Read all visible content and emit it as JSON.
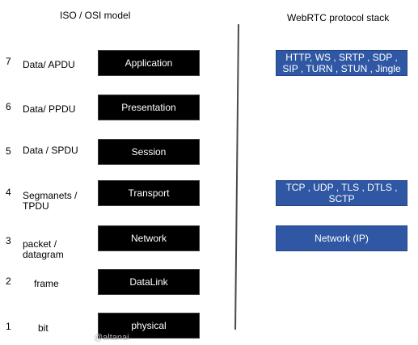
{
  "headings": {
    "osi": "ISO / OSI model",
    "webrtc": "WebRTC protocol stack"
  },
  "layers": [
    {
      "number": "7",
      "pdu": "Data/ APDU",
      "name": "Application"
    },
    {
      "number": "6",
      "pdu": "Data/ PPDU",
      "name": "Presentation"
    },
    {
      "number": "5",
      "pdu": "Data / SPDU",
      "name": "Session"
    },
    {
      "number": "4",
      "pdu": "Segmanets /\nTPDU",
      "name": "Transport"
    },
    {
      "number": "3",
      "pdu": "packet /\ndatagram",
      "name": "Network"
    },
    {
      "number": "2",
      "pdu": "frame",
      "name": "DataLink"
    },
    {
      "number": "1",
      "pdu": "bit",
      "name": "physical"
    }
  ],
  "webrtc": {
    "application": "HTTP, WS , SRTP , SDP ,\nSIP , TURN , STUN , Jingle",
    "transport": "TCP , UDP , TLS , DTLS ,\nSCTP",
    "network": "Network (IP)"
  },
  "watermark": "@altanai",
  "colors": {
    "osi_box": "#000000",
    "webrtc_box": "#2f57a4",
    "divider": "#4a4a4a",
    "text": "#000000"
  }
}
